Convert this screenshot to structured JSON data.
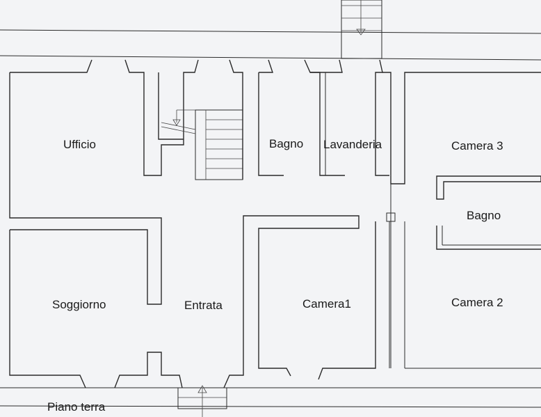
{
  "rooms": {
    "ufficio": "Ufficio",
    "bagno_top": "Bagno",
    "lavanderia": "Lavanderia",
    "camera3": "Camera 3",
    "bagno_right": "Bagno",
    "soggiorno": "Soggiorno",
    "entrata": "Entrata",
    "camera1": "Camera1",
    "camera2": "Camera 2"
  },
  "caption": "Piano terra"
}
